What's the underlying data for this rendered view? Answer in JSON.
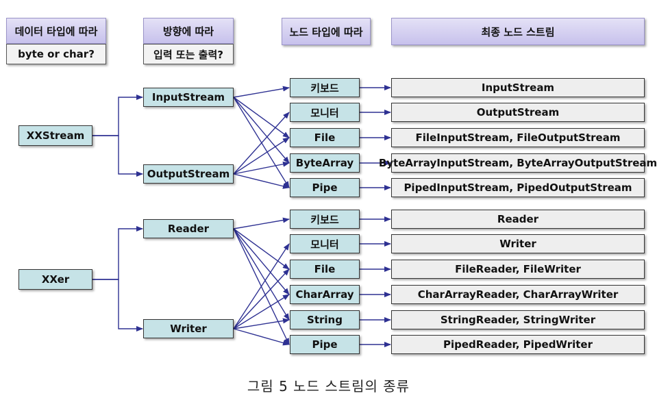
{
  "headers": {
    "h1": "데이터 타입에 따라",
    "h1_sub": "byte or char?",
    "h2": "방향에 따라",
    "h2_sub": "입력 또는 출력?",
    "h3": "노드 타입에 따라",
    "h4": "최종 노드 스트림"
  },
  "roots": {
    "xxstream": "XXStream",
    "xxer": "XXer"
  },
  "directions": {
    "inputstream": "InputStream",
    "outputstream": "OutputStream",
    "reader": "Reader",
    "writer": "Writer"
  },
  "byte_nodes": [
    "키보드",
    "모니터",
    "File",
    "ByteArray",
    "Pipe"
  ],
  "byte_results": [
    "InputStream",
    "OutputStream",
    "FileInputStream, FileOutputStream",
    "ByteArrayInputStream, ByteArrayOutputStream",
    "PipedInputStream, PipedOutputStream"
  ],
  "char_nodes": [
    "키보드",
    "모니터",
    "File",
    "CharArray",
    "String",
    "Pipe"
  ],
  "char_results": [
    "Reader",
    "Writer",
    "FileReader, FileWriter",
    "CharArrayReader, CharArrayWriter",
    "StringReader, StringWriter",
    "PipedReader, PipedWriter"
  ],
  "caption": "그림 5 노드 스트림의 종류",
  "colors": {
    "header_fill": "#c7c1ec",
    "node_fill": "#c6e3e7",
    "result_fill": "#eeeeee",
    "arrow": "#2e3192"
  }
}
